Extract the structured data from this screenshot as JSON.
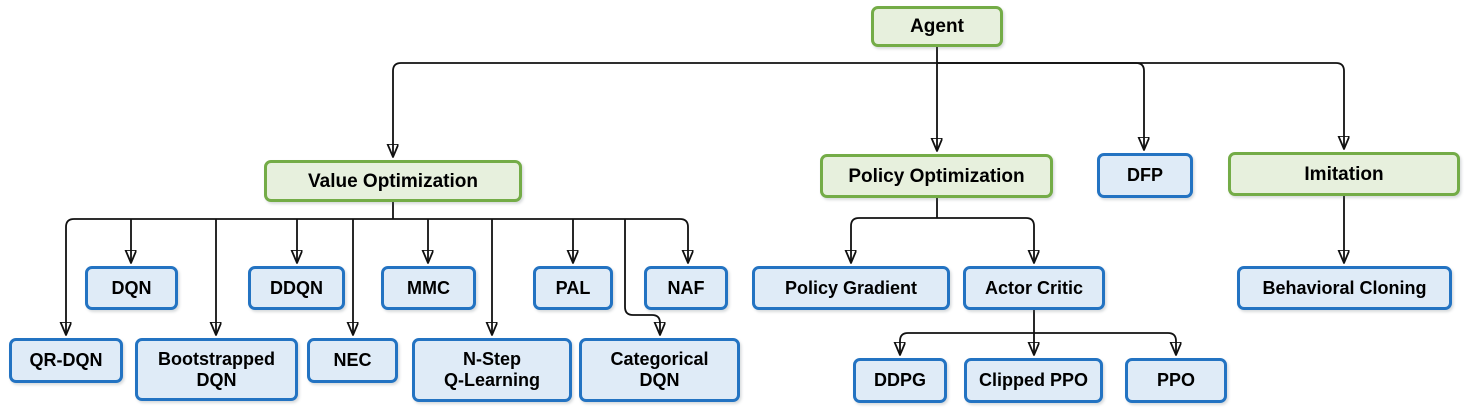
{
  "colors": {
    "category_fill": "#E7F0DD",
    "category_border": "#74AC47",
    "algorithm_fill": "#DFEBF7",
    "algorithm_border": "#2373C2",
    "connector": "#111111",
    "text": "#000000",
    "background": "#FFFFFF"
  },
  "nodes": {
    "agent": {
      "label": "Agent",
      "type": "category"
    },
    "value_optimization": {
      "label": "Value Optimization",
      "type": "category"
    },
    "policy_optimization": {
      "label": "Policy Optimization",
      "type": "category"
    },
    "dfp": {
      "label": "DFP",
      "type": "algorithm"
    },
    "imitation": {
      "label": "Imitation",
      "type": "category"
    },
    "dqn": {
      "label": "DQN",
      "type": "algorithm"
    },
    "ddqn": {
      "label": "DDQN",
      "type": "algorithm"
    },
    "mmc": {
      "label": "MMC",
      "type": "algorithm"
    },
    "pal": {
      "label": "PAL",
      "type": "algorithm"
    },
    "naf": {
      "label": "NAF",
      "type": "algorithm"
    },
    "qr_dqn": {
      "label": "QR-DQN",
      "type": "algorithm"
    },
    "bootstrapped_dqn": {
      "label": "Bootstrapped\nDQN",
      "type": "algorithm"
    },
    "nec": {
      "label": "NEC",
      "type": "algorithm"
    },
    "n_step_q_learning": {
      "label": "N-Step\nQ-Learning",
      "type": "algorithm"
    },
    "categorical_dqn": {
      "label": "Categorical\nDQN",
      "type": "algorithm"
    },
    "policy_gradient": {
      "label": "Policy Gradient",
      "type": "algorithm"
    },
    "actor_critic": {
      "label": "Actor Critic",
      "type": "algorithm"
    },
    "behavioral_cloning": {
      "label": "Behavioral Cloning",
      "type": "algorithm"
    },
    "ddpg": {
      "label": "DDPG",
      "type": "algorithm"
    },
    "clipped_ppo": {
      "label": "Clipped PPO",
      "type": "algorithm"
    },
    "ppo": {
      "label": "PPO",
      "type": "algorithm"
    }
  },
  "hierarchy": {
    "Agent": [
      "Value Optimization",
      "Policy Optimization",
      "DFP",
      "Imitation"
    ],
    "Value Optimization": [
      "QR-DQN",
      "DQN",
      "Bootstrapped DQN",
      "DDQN",
      "NEC",
      "MMC",
      "N-Step Q-Learning",
      "PAL",
      "Categorical DQN",
      "NAF"
    ],
    "Policy Optimization": [
      "Policy Gradient",
      "Actor Critic"
    ],
    "Actor Critic": [
      "DDPG",
      "Clipped PPO",
      "PPO"
    ],
    "Imitation": [
      "Behavioral Cloning"
    ]
  }
}
